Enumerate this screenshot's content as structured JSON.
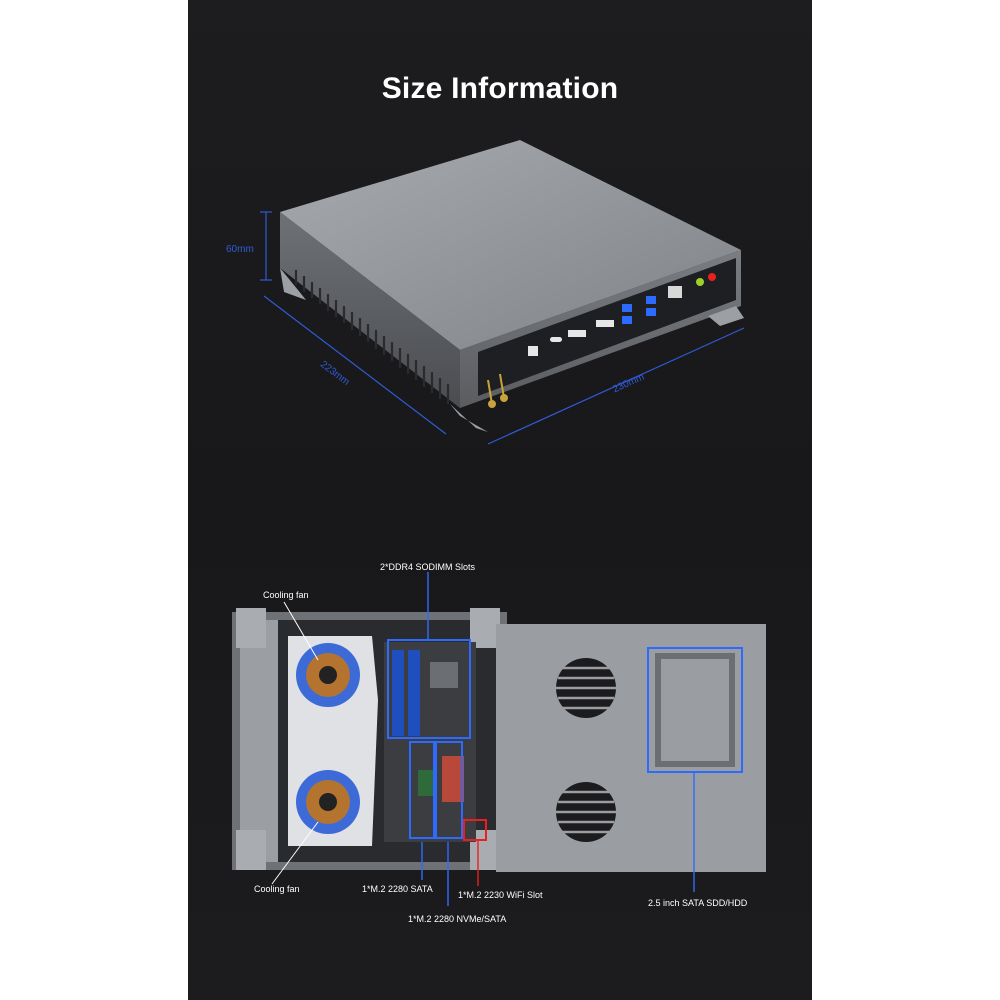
{
  "title": "Size Information",
  "dimensions": {
    "height": "60mm",
    "depth": "223mm",
    "width": "230mm"
  },
  "callouts": {
    "ram": "2*DDR4 SODIMM Slots",
    "fan_top": "Cooling fan",
    "fan_bottom": "Cooling fan",
    "m2_sata": "1*M.2 2280 SATA",
    "m2_wifi": "1*M.2 2230 WiFi Slot",
    "m2_nvme": "1*M.2 2280 NVMe/SATA",
    "drive_bay": "2.5 inch SATA SDD/HDD"
  },
  "colors": {
    "background": "#1b1b1d",
    "dimension_blue": "#2f5bd6",
    "highlight_blue": "#2d6bff",
    "highlight_red": "#e8201f",
    "chassis": "#8a8d92"
  }
}
